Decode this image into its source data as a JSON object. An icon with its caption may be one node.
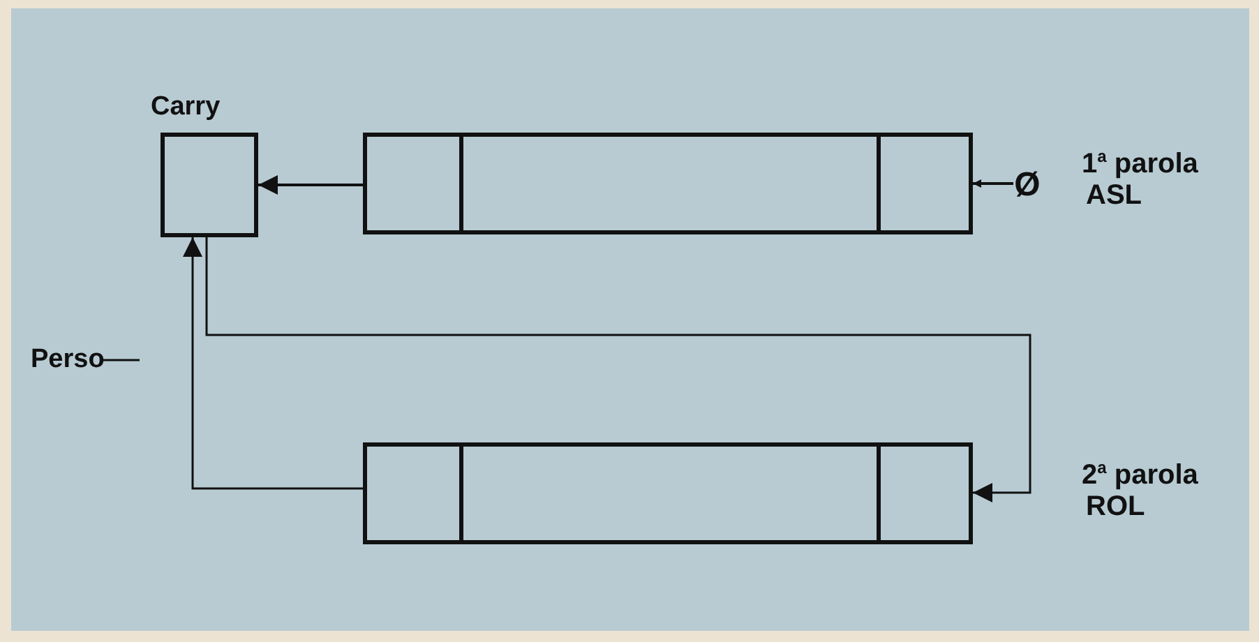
{
  "diagram": {
    "nodes": [
      {
        "text": [
          "Carry"
        ]
      },
      {
        "text": [],
        "shape": "box"
      },
      {
        "text": [],
        "shape": "box"
      },
      {
        "text": [],
        "shape": "box"
      },
      {
        "text": [
          "Ø"
        ]
      },
      {
        "text": [],
        "shape": "box"
      },
      {
        "text": [],
        "shape": "box"
      },
      {
        "text": [],
        "shape": "box"
      },
      {
        "text": [
          "Perso"
        ]
      }
    ],
    "edges": [
      {
        "from": 1,
        "to": 0,
        "arrow": "to"
      },
      {
        "from": 4,
        "to": 3,
        "arrow": "to"
      },
      {
        "from": 0,
        "to": 7,
        "arrow": "to"
      },
      {
        "from": 5,
        "to": 0,
        "arrow": "to"
      },
      {
        "from": 8,
        "to": null,
        "arrow": "none"
      }
    ],
    "labels": [
      "1$^{a}$ parola",
      "ASL",
      "2$^{a}$ parola",
      "ROL"
    ]
  }
}
